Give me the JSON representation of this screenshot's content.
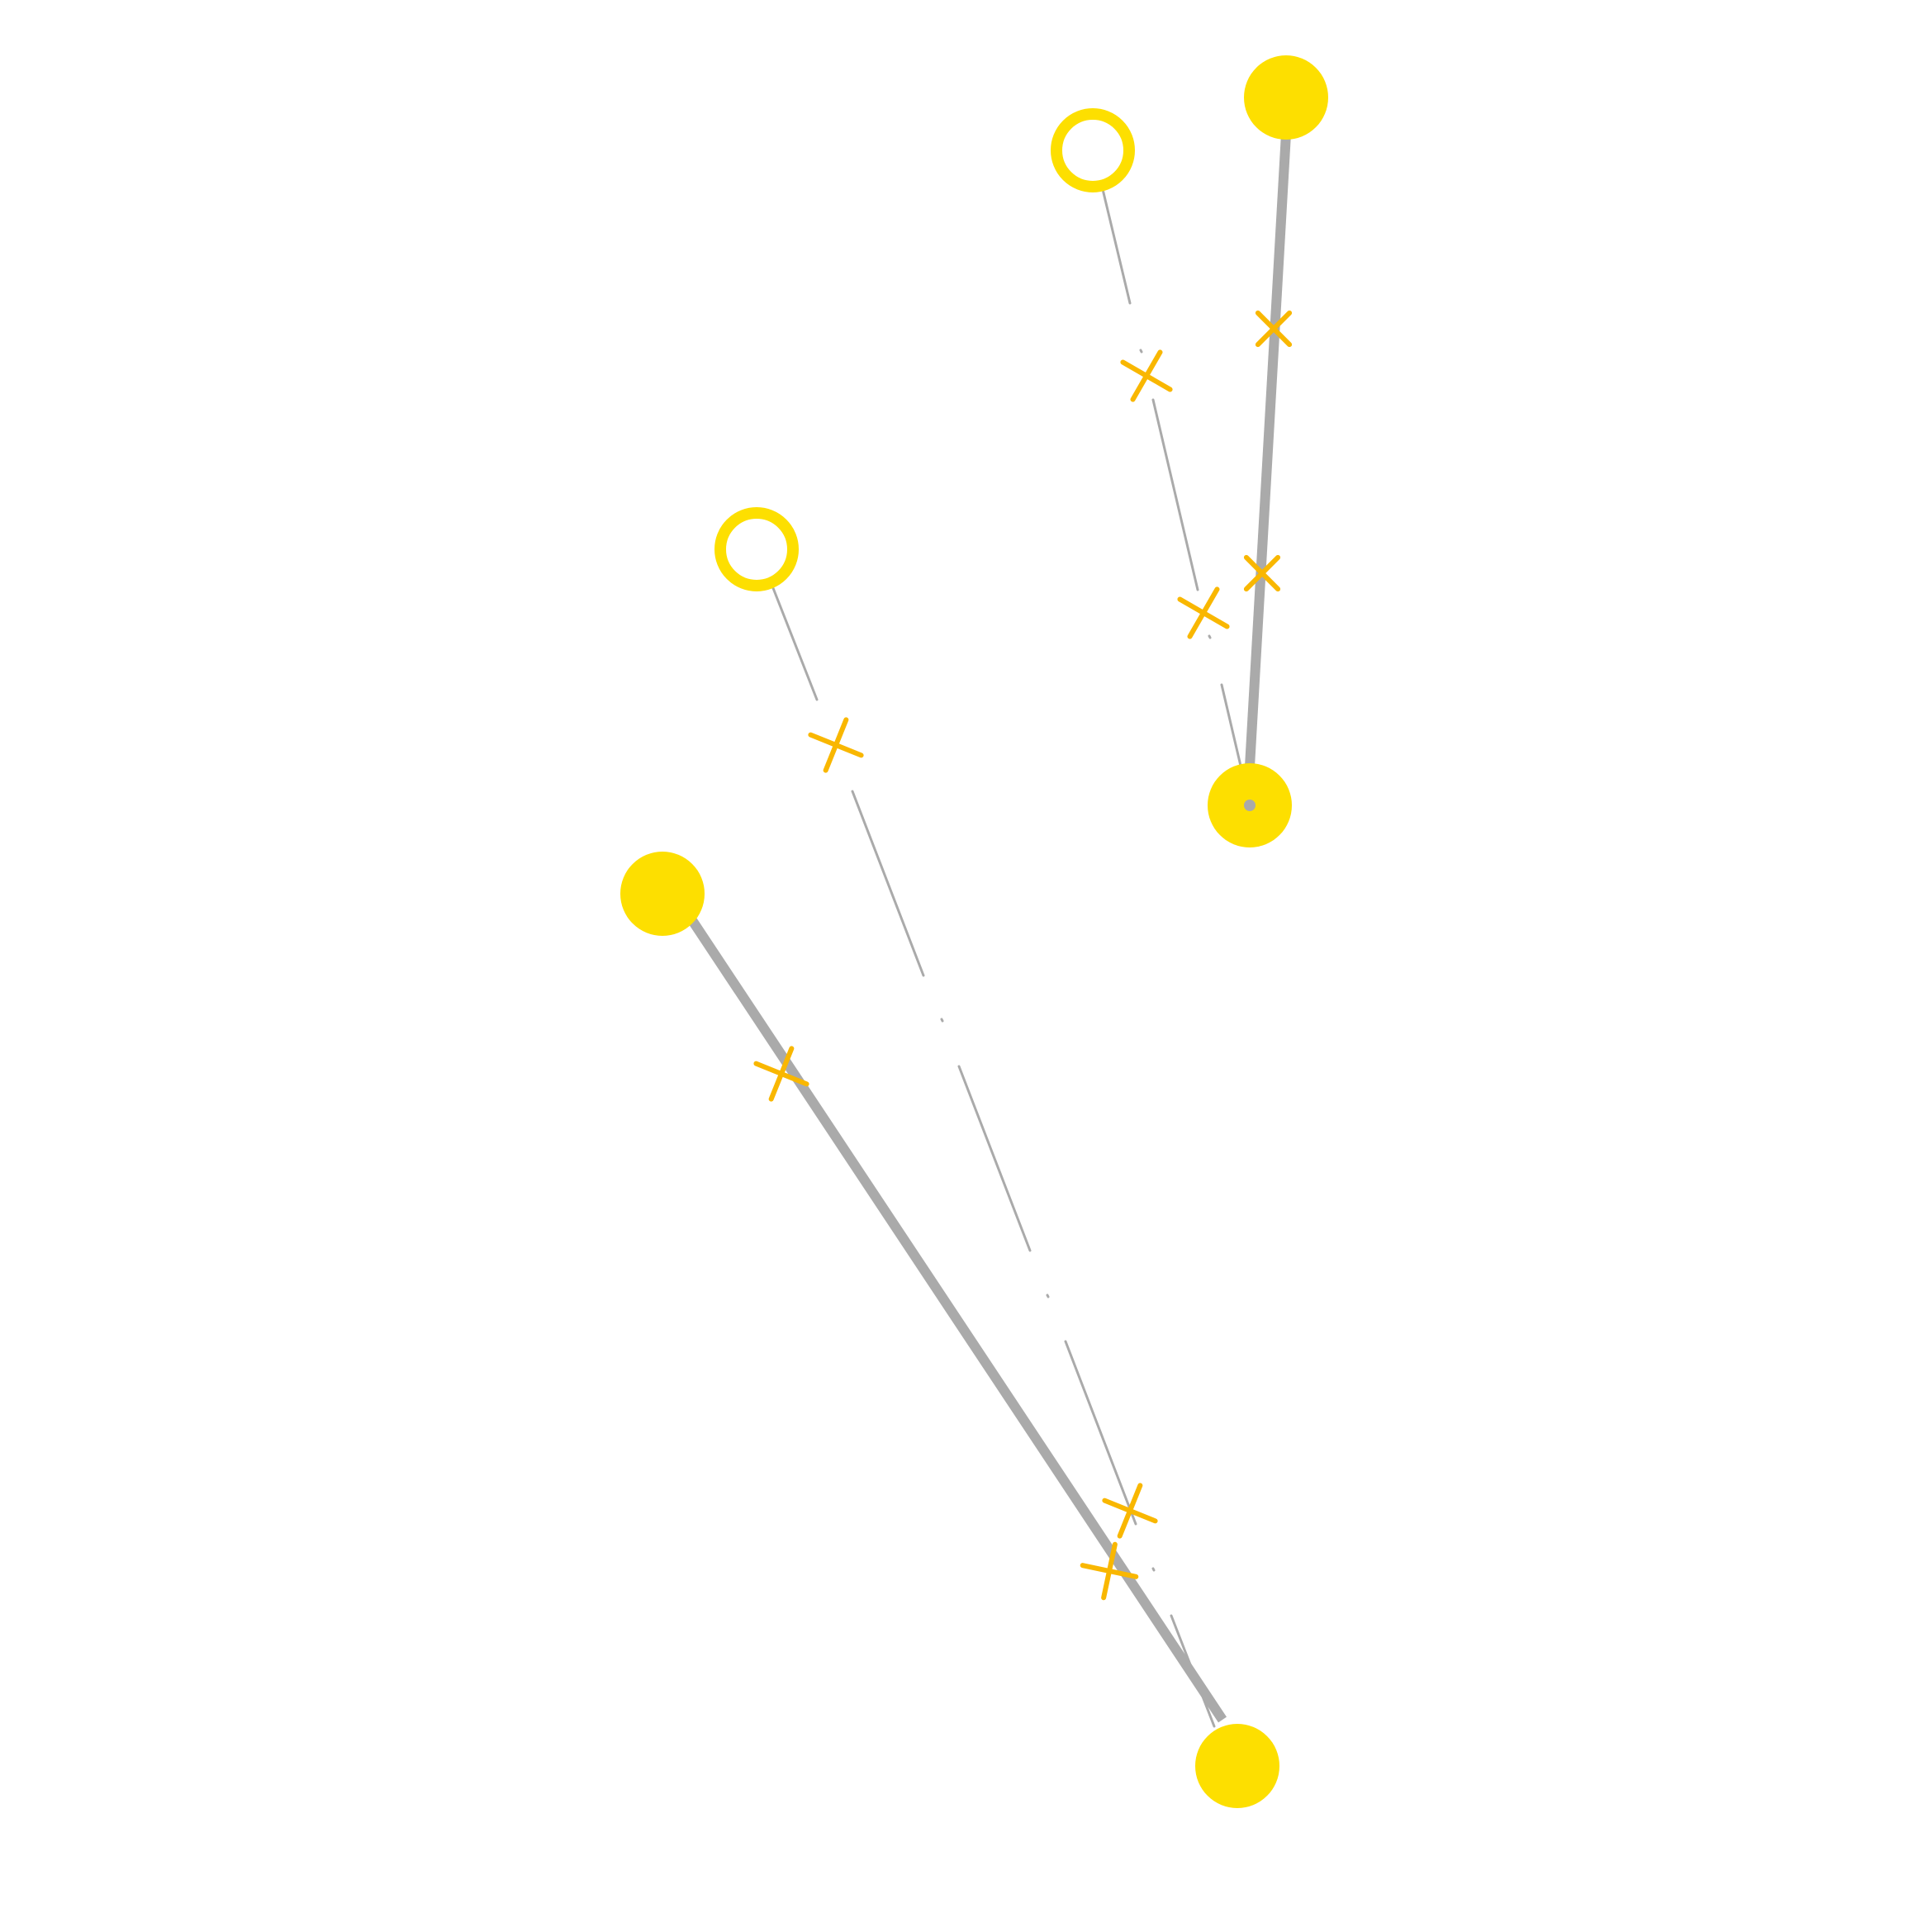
{
  "colors": {
    "node_fill": "#FDDF00",
    "node_ring": "#FDDF00",
    "edge": "#AAAAAA",
    "cross_marker": "#F9B700",
    "background": "#FFFFFF"
  },
  "diagram": {
    "nodes": [
      {
        "id": "node-a",
        "style": "filled"
      },
      {
        "id": "node-b",
        "style": "filled"
      },
      {
        "id": "node-c",
        "style": "hollow"
      },
      {
        "id": "node-d",
        "style": "filled"
      },
      {
        "id": "node-e",
        "style": "hollow"
      },
      {
        "id": "node-f",
        "style": "filled"
      }
    ],
    "edges": [
      {
        "id": "edge-a-b",
        "from": "node-a",
        "to": "node-b",
        "style": "solid-thick",
        "markers": 2
      },
      {
        "id": "edge-c-b",
        "from": "node-c",
        "to": "node-b",
        "style": "dashed-thin",
        "markers": 2
      },
      {
        "id": "edge-d-f",
        "from": "node-d",
        "to": "node-f",
        "style": "solid-thick",
        "markers": 2
      },
      {
        "id": "edge-e-f",
        "from": "node-e",
        "to": "node-f",
        "style": "dashed-thin",
        "markers": 2
      }
    ]
  }
}
